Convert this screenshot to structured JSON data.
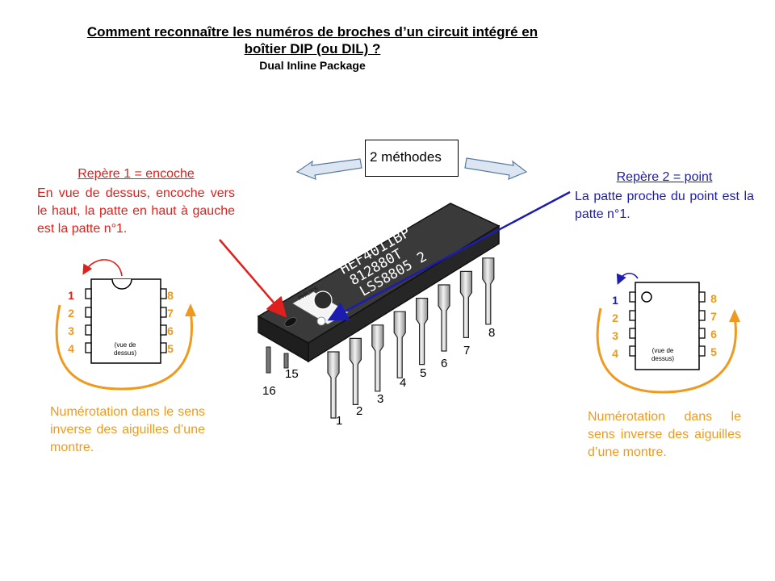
{
  "title": {
    "line1": "Comment reconnaître les numéros de broches d’un circuit intégré en",
    "line2": "boîtier DIP (ou DIL) ?",
    "subtitle": "Dual Inline Package"
  },
  "methods_box": "2 méthodes",
  "repere1": {
    "title": "Repère 1 = encoche",
    "text": "En vue de dessus, encoche vers le haut, la patte en haut à gauche est la patte n°1."
  },
  "repere2": {
    "title": "Repère 2 = point",
    "text": "La patte proche du point est la patte n°1."
  },
  "numbering_note": "Numérotation dans le sens inverse des aiguilles d’une montre.",
  "small_chip": {
    "left_pins": [
      "1",
      "2",
      "3",
      "4"
    ],
    "right_pins": [
      "8",
      "7",
      "6",
      "5"
    ],
    "view_label_1": "(vue de",
    "view_label_2": "dessus)"
  },
  "big_chip": {
    "marking": [
      "HEF4011BP",
      "812880T",
      "LSS8805 2"
    ],
    "brand": "PHILIPS",
    "front_pins": [
      "1",
      "2",
      "3",
      "4",
      "5",
      "6",
      "7",
      "8"
    ],
    "back_pins": [
      "16",
      "15"
    ]
  },
  "colors": {
    "repere1": "#e0201c",
    "repere2": "#1c1cb0",
    "numbering": "#ef9a1f",
    "arrow_fill": "#dce6f2",
    "arrow_stroke": "#5a7aa0"
  }
}
